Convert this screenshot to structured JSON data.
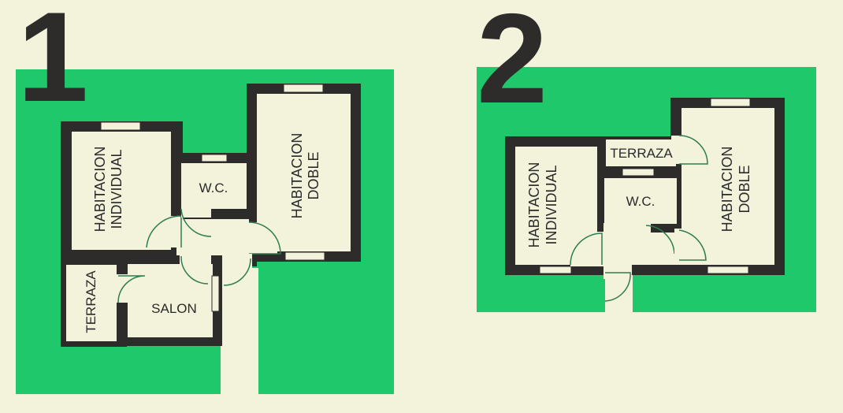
{
  "colors": {
    "background": "#f3f3dc",
    "green": "#1fc86a",
    "wall": "#2e2b2b",
    "room": "#f3f3dc",
    "door_arc": "#2e7d4f",
    "text": "#2a2a2a"
  },
  "plans": [
    {
      "number": "1",
      "rooms": {
        "individual": {
          "line1": "HABITACION",
          "line2": "INDIVIDUAL"
        },
        "doble": {
          "line1": "HABITACION",
          "line2": "DOBLE"
        },
        "wc": "W.C.",
        "terraza": "TERRAZA",
        "salon": "SALON"
      }
    },
    {
      "number": "2",
      "rooms": {
        "individual": {
          "line1": "HABITACION",
          "line2": "INDIVIDUAL"
        },
        "doble": {
          "line1": "HABITACION",
          "line2": "DOBLE"
        },
        "wc": "W.C.",
        "terraza": "TERRAZA"
      }
    }
  ]
}
